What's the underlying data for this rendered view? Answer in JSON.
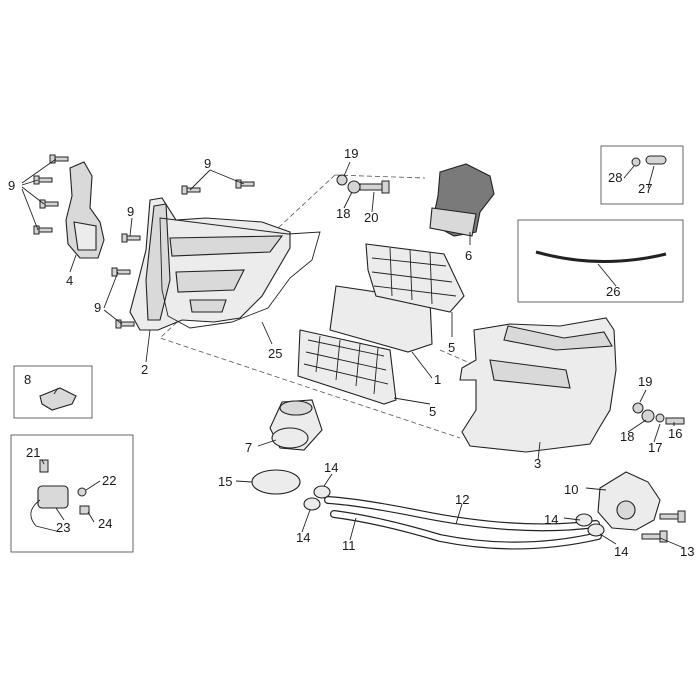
{
  "callouts": [
    {
      "id": "c1",
      "label": "1"
    },
    {
      "id": "c2",
      "label": "2"
    },
    {
      "id": "c3",
      "label": "3"
    },
    {
      "id": "c4",
      "label": "4"
    },
    {
      "id": "c5a",
      "label": "5"
    },
    {
      "id": "c5b",
      "label": "5"
    },
    {
      "id": "c6",
      "label": "6"
    },
    {
      "id": "c7",
      "label": "7"
    },
    {
      "id": "c8",
      "label": "8"
    },
    {
      "id": "c9a",
      "label": "9"
    },
    {
      "id": "c9b",
      "label": "9"
    },
    {
      "id": "c9c",
      "label": "9"
    },
    {
      "id": "c9d",
      "label": "9"
    },
    {
      "id": "c10",
      "label": "10"
    },
    {
      "id": "c11",
      "label": "11"
    },
    {
      "id": "c12",
      "label": "12"
    },
    {
      "id": "c13",
      "label": "13"
    },
    {
      "id": "c14a",
      "label": "14"
    },
    {
      "id": "c14b",
      "label": "14"
    },
    {
      "id": "c14c",
      "label": "14"
    },
    {
      "id": "c14d",
      "label": "14"
    },
    {
      "id": "c15",
      "label": "15"
    },
    {
      "id": "c16",
      "label": "16"
    },
    {
      "id": "c17",
      "label": "17"
    },
    {
      "id": "c18a",
      "label": "18"
    },
    {
      "id": "c18b",
      "label": "18"
    },
    {
      "id": "c19a",
      "label": "19"
    },
    {
      "id": "c19b",
      "label": "19"
    },
    {
      "id": "c20",
      "label": "20"
    },
    {
      "id": "c21",
      "label": "21"
    },
    {
      "id": "c22",
      "label": "22"
    },
    {
      "id": "c23",
      "label": "23"
    },
    {
      "id": "c24",
      "label": "24"
    },
    {
      "id": "c25",
      "label": "25"
    },
    {
      "id": "c26",
      "label": "26"
    },
    {
      "id": "c27",
      "label": "27"
    },
    {
      "id": "c28",
      "label": "28"
    }
  ]
}
